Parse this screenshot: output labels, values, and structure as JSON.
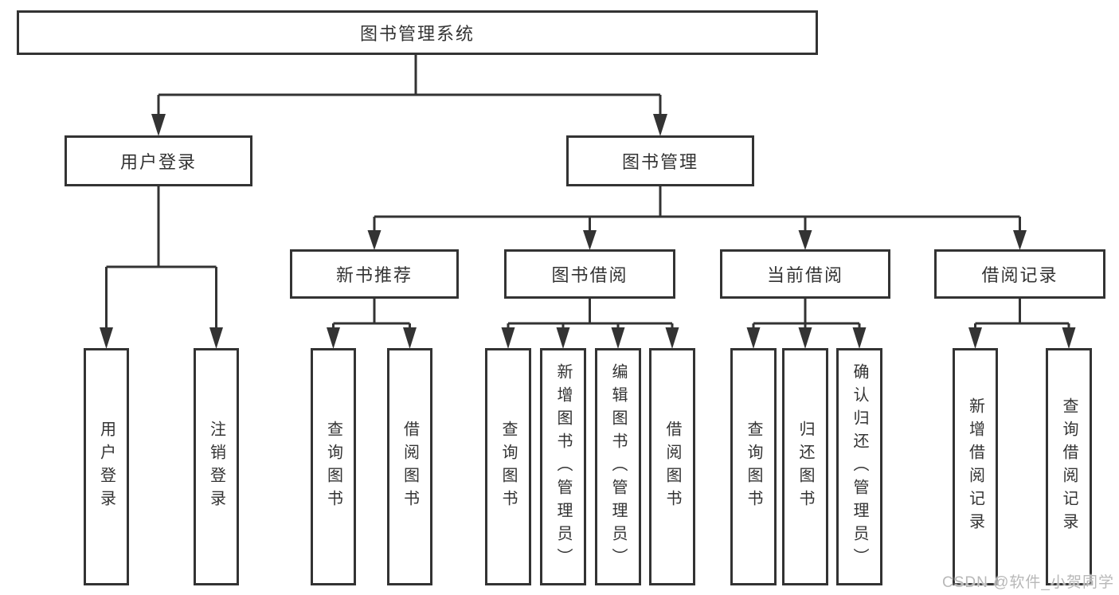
{
  "tree": {
    "root": {
      "label": "图书管理系统"
    },
    "children": [
      {
        "label": "用户登录",
        "children": [
          {
            "label": "用户登录"
          },
          {
            "label": "注销登录"
          }
        ]
      },
      {
        "label": "图书管理",
        "children": [
          {
            "label": "新书推荐",
            "children": [
              {
                "label": "查询图书"
              },
              {
                "label": "借阅图书"
              }
            ]
          },
          {
            "label": "图书借阅",
            "children": [
              {
                "label": "查询图书"
              },
              {
                "label": "新增图书（管理员）"
              },
              {
                "label": "编辑图书（管理员）"
              },
              {
                "label": "借阅图书"
              }
            ]
          },
          {
            "label": "当前借阅",
            "children": [
              {
                "label": "查询图书"
              },
              {
                "label": "归还图书"
              },
              {
                "label": "确认归还（管理员）"
              }
            ]
          },
          {
            "label": "借阅记录",
            "children": [
              {
                "label": "新增借阅记录"
              },
              {
                "label": "查询借阅记录"
              }
            ]
          }
        ]
      }
    ]
  },
  "watermark": "CSDN @软件_小贺同学",
  "colors": {
    "line": "#333333",
    "text": "#333333",
    "watermark": "#b8b8b8",
    "background": "#ffffff"
  }
}
